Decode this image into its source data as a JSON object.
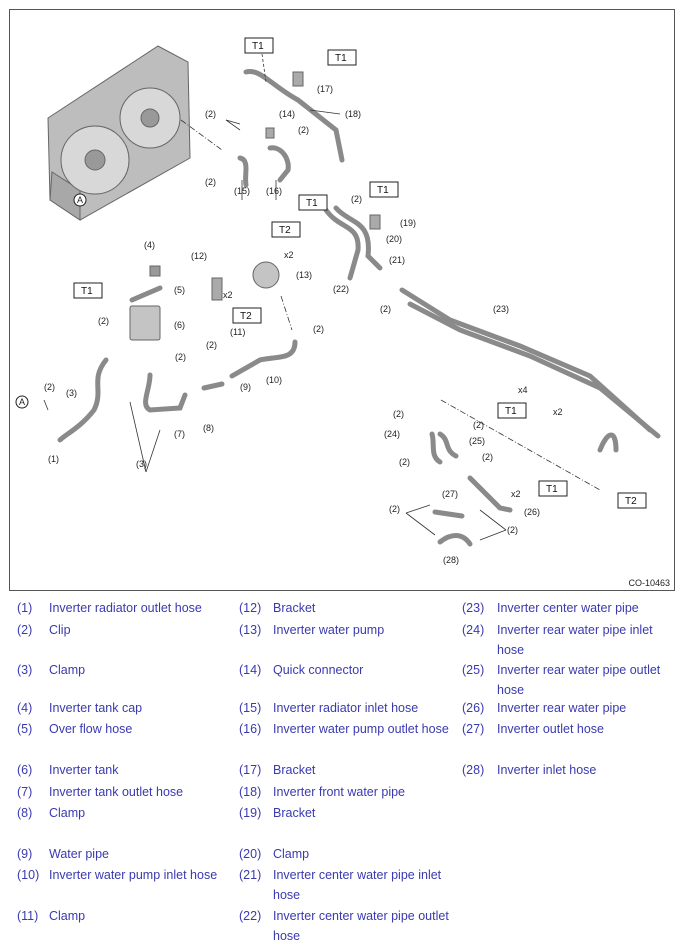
{
  "figure": {
    "figure_id": "CO-10463",
    "torque_labels": [
      "T1",
      "T1",
      "T1",
      "T1",
      "T1",
      "T1",
      "T1",
      "T2",
      "T2",
      "T2"
    ],
    "multipliers": [
      "x2",
      "x2",
      "x4",
      "x2",
      "x2"
    ],
    "circle_ref": "A"
  },
  "legend": [
    {
      "num": "(1)",
      "text": "Inverter radiator outlet hose"
    },
    {
      "num": "(2)",
      "text": "Clip"
    },
    {
      "num": "(3)",
      "text": "Clamp"
    },
    {
      "num": "(4)",
      "text": "Inverter tank cap"
    },
    {
      "num": "(5)",
      "text": "Over flow hose"
    },
    {
      "num": "(6)",
      "text": "Inverter tank"
    },
    {
      "num": "(7)",
      "text": "Inverter tank outlet hose"
    },
    {
      "num": "(8)",
      "text": "Clamp"
    },
    {
      "num": "(9)",
      "text": "Water pipe"
    },
    {
      "num": "(10)",
      "text": "Inverter water pump inlet hose"
    },
    {
      "num": "(11)",
      "text": "Clamp"
    },
    {
      "num": "(12)",
      "text": "Bracket"
    },
    {
      "num": "(13)",
      "text": "Inverter water pump"
    },
    {
      "num": "(14)",
      "text": "Quick connector"
    },
    {
      "num": "(15)",
      "text": "Inverter radiator inlet hose"
    },
    {
      "num": "(16)",
      "text": "Inverter water pump outlet hose"
    },
    {
      "num": "(17)",
      "text": "Bracket"
    },
    {
      "num": "(18)",
      "text": "Inverter front water pipe"
    },
    {
      "num": "(19)",
      "text": "Bracket"
    },
    {
      "num": "(20)",
      "text": "Clamp"
    },
    {
      "num": "(21)",
      "text": "Inverter center water pipe inlet hose"
    },
    {
      "num": "(22)",
      "text": "Inverter center water pipe outlet hose"
    },
    {
      "num": "(23)",
      "text": "Inverter center water pipe"
    },
    {
      "num": "(24)",
      "text": "Inverter rear water pipe inlet hose"
    },
    {
      "num": "(25)",
      "text": "Inverter rear water pipe outlet hose"
    },
    {
      "num": "(26)",
      "text": "Inverter rear water pipe"
    },
    {
      "num": "(27)",
      "text": "Inverter outlet hose"
    },
    {
      "num": "(28)",
      "text": "Inverter inlet hose"
    }
  ]
}
